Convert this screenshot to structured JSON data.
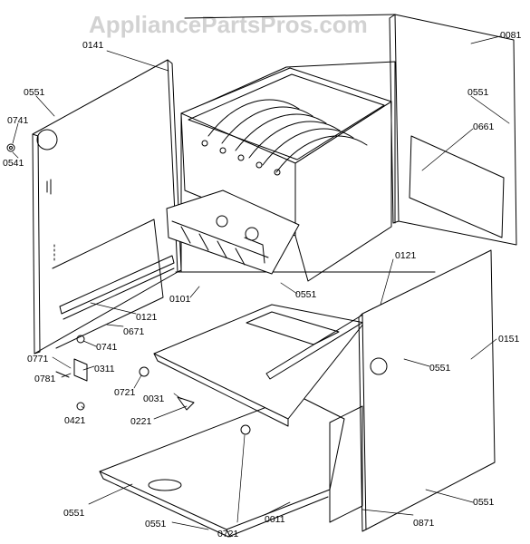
{
  "watermark": "AppliancePartsPros.com",
  "colors": {
    "line": "#000000",
    "background": "#ffffff",
    "watermark": "#d2d2d2"
  },
  "callouts": [
    "0141",
    "0081",
    "0551",
    "0741",
    "0551",
    "0541",
    "0661",
    "0121",
    "0101",
    "0551",
    "0121",
    "0671",
    "0741",
    "0151",
    "0771",
    "0311",
    "0551",
    "0781",
    "0721",
    "0031",
    "0421",
    "0221",
    "0551",
    "0551",
    "0721",
    "0011",
    "0871",
    "0551"
  ]
}
